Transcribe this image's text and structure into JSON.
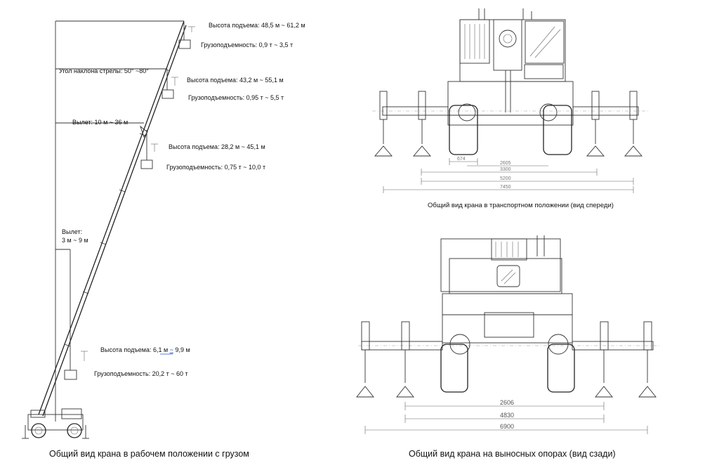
{
  "left_diagram": {
    "positions": [
      {
        "height": "Высота подъема: 48,5 м ~ 61,2 м",
        "capacity": "Грузоподъемность: 0,9 т ~ 3,5 т"
      },
      {
        "height": "Высота подъема: 43,2 м ~  55,1 м",
        "capacity": "Грузоподъемность: 0,95 т ~ 5,5 т"
      },
      {
        "height": "Высота подъема: 28,2 м ~  45,1 м",
        "capacity": "Грузоподъемность: 0,75 т ~ 10,0 т"
      },
      {
        "height_prefix": "Высота подъема: 6,1 м ",
        "height_tilde": "~",
        "height_suffix": " 9,9 м",
        "capacity": "Грузоподъемность: 20,2 т ~ 60 т"
      }
    ],
    "boom_angle": "Угол наклона стрелы: 50° ~80°",
    "reach_long": "Вылет: 10 м ~ 36 м",
    "reach_short_line1": "Вылет:",
    "reach_short_line2": "3 м ~ 9 м",
    "caption": "Общий вид крана в рабочем положении с грузом"
  },
  "front_view": {
    "dims": [
      "674",
      "2605",
      "3300",
      "5200",
      "7450"
    ],
    "caption": "Общий вид крана в транспортном положении (вид спереди)"
  },
  "rear_view": {
    "dims": [
      "2606",
      "4830",
      "6900"
    ],
    "caption": "Общий вид крана на выносных опорах (вид сзади)"
  }
}
